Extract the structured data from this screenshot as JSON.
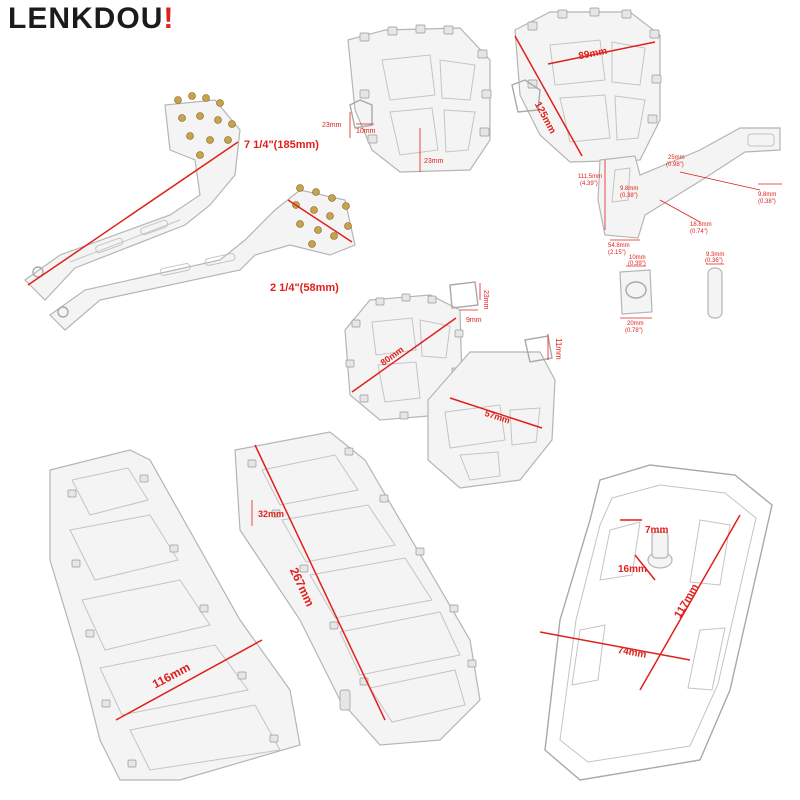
{
  "brand": {
    "prefix": "LENKD",
    "mark": "O",
    "suffix": "U",
    "bang": "!"
  },
  "labels": {
    "shift_lever_long": "7 1/4\"(185mm)",
    "shift_lever_short": "2 1/4\"(58mm)",
    "peg_a_height": "23mm",
    "peg_a_mount": "10mm",
    "peg_a_depth": "23mm",
    "peg_b_width": "89mm",
    "peg_b_length": "125mm",
    "bracket_height": "111.5mm",
    "bracket_height_in": "(4.39\")",
    "bracket_slot": "9.8mm",
    "bracket_slot_in": "(0.38\")",
    "bracket_offset": "25mm",
    "bracket_offset_in": "(0.98\")",
    "bracket_side": "9.8mm",
    "bracket_side_in": "(0.38\")",
    "bracket_lower": "18.8mm",
    "bracket_lower_in": "(0.74\")",
    "bracket_width": "54.8mm",
    "bracket_width_in": "(2.15\")",
    "spacer_hole": "10mm",
    "spacer_hole_in": "(0.39\")",
    "spacer_dia": "20mm",
    "spacer_dia_in": "(0.78\")",
    "pin_dia": "9.3mm",
    "pin_dia_in": "(0.36\")",
    "peg_c_width": "80mm",
    "peg_c_pin_a": "23mm",
    "peg_c_pin_b": "9mm",
    "peg_d_pin": "11mm",
    "peg_d_width": "57mm",
    "board_left_width": "116mm",
    "board_mid_length": "267mm",
    "board_mid_flange": "32mm",
    "pad_pin": "7mm",
    "pad_hole": "16mm",
    "pad_length": "117mm",
    "pad_width": "74mm"
  }
}
